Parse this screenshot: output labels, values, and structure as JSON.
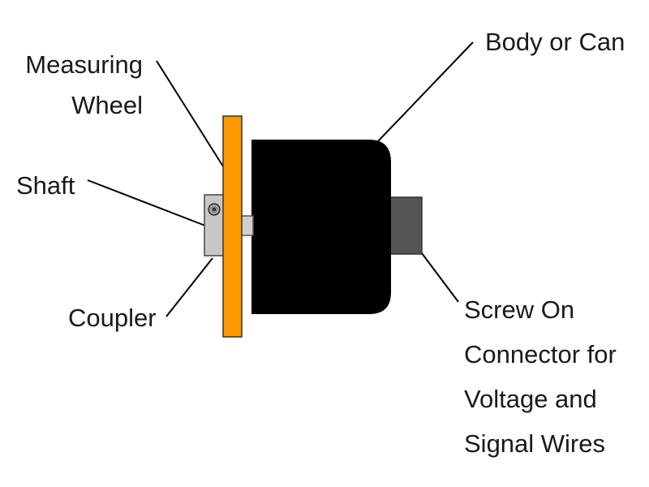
{
  "labels": {
    "measuring_wheel": [
      "Measuring",
      "Wheel"
    ],
    "body": "Body or Can",
    "shaft": "Shaft",
    "coupler": "Coupler",
    "connector": [
      "Screw On",
      "Connector for",
      "Voltage and",
      "Signal Wires"
    ]
  },
  "colors": {
    "wheel": "#ff9900",
    "body": "#000000",
    "connector": "#555555",
    "coupler": "#c8c8c8",
    "shaft": "#d0d0d0",
    "line": "#000000"
  }
}
